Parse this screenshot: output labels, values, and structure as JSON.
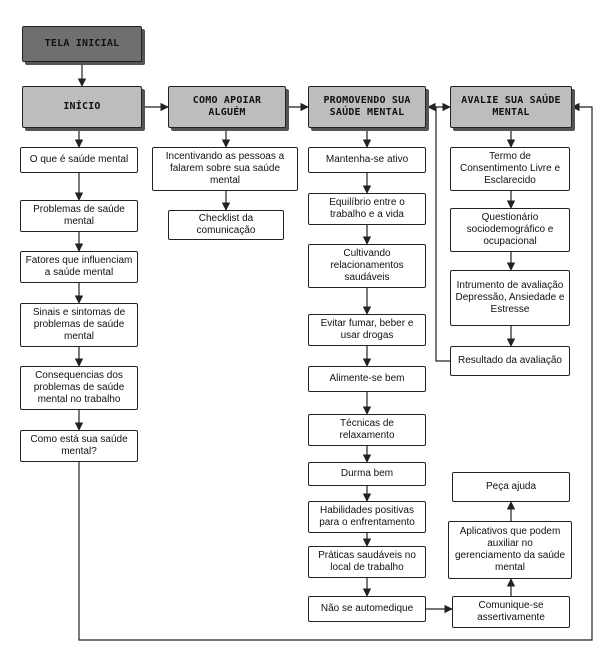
{
  "colors": {
    "line": "#222222",
    "start_fill": "#6f6f6f",
    "header_fill": "#bdbdbd",
    "box_fill": "#ffffff"
  },
  "nodes": {
    "tela_inicial": "TELA INICIAL",
    "inicio": "INÍCIO",
    "como_apoiar": "COMO APOIAR ALGUÉM",
    "promovendo": "PROMOVENDO SUA SAÚDE MENTAL",
    "avalie": "AVALIE SUA SAÚDE MENTAL",
    "inicio_items": [
      "O que é saúde mental",
      "Problemas de saúde mental",
      "Fatores que influenciam a saúde mental",
      "Sinais e sintomas de problemas de saúde mental",
      "Consequencias dos problemas de saúde mental no trabalho",
      "Como está sua saúde mental?"
    ],
    "apoiar_items": [
      "Incentivando as pessoas a falarem sobre sua saúde mental",
      "Checklist da comunicação"
    ],
    "promovendo_items": [
      "Mantenha-se ativo",
      "Equilíbrio entre o trabalho e a vida",
      "Cultivando relacionamentos saudáveis",
      "Evitar fumar, beber e usar drogas",
      "Alimente-se bem",
      "Técnicas de relaxamento",
      "Durma bem",
      "Habilidades positivas para o enfrentamento",
      "Práticas saudáveis no local de trabalho",
      "Não se automedique"
    ],
    "avalie_items": [
      "Termo de Consentimento Livre e Esclarecido",
      "Questionário sociodemográfico e ocupacional",
      "Intrumento de avaliação Depressão, Ansiedade e Estresse",
      "Resultado da avaliação"
    ],
    "ajuda_items": [
      "Comunique-se assertivamente",
      "Aplicativos que podem auxiliar no gerenciamento da saúde mental",
      "Peça ajuda"
    ]
  }
}
